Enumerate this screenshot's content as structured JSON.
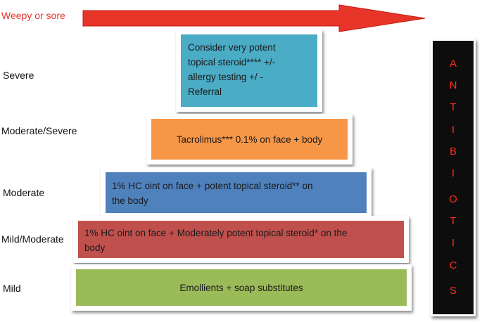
{
  "labels": {
    "weepy": "Weepy or sore",
    "severe": "Severe",
    "moderate_severe": "Moderate/Severe",
    "moderate": "Moderate",
    "mild_moderate": "Mild/Moderate",
    "mild": "Mild"
  },
  "boxes": {
    "severe": [
      "Consider very potent",
      "topical steroid**** +/-",
      "allergy testing +/ -",
      "Referral"
    ],
    "moderate_severe": "Tacrolimus*** 0.1% on face + body",
    "moderate": [
      "1% HC oint on face + potent topical steroid** on",
      "the body"
    ],
    "mild_moderate": [
      "1% HC oint on face + Moderately potent topical steroid* on the",
      "body"
    ],
    "mild": "Emollients  + soap substitutes"
  },
  "antibiotics_letters": [
    "A",
    "N",
    "T",
    "I",
    "B",
    "I",
    "O",
    "T",
    "I",
    "C",
    "S"
  ],
  "colors": {
    "arrow": "#e8352a",
    "severe": "#4bacc6",
    "moderate_severe": "#f79646",
    "moderate": "#4f81bd",
    "mild_moderate": "#c0504d",
    "mild": "#9bbb59",
    "antibiotics_bg": "#0d0d0d",
    "antibiotics_text": "#ff2a1a"
  }
}
